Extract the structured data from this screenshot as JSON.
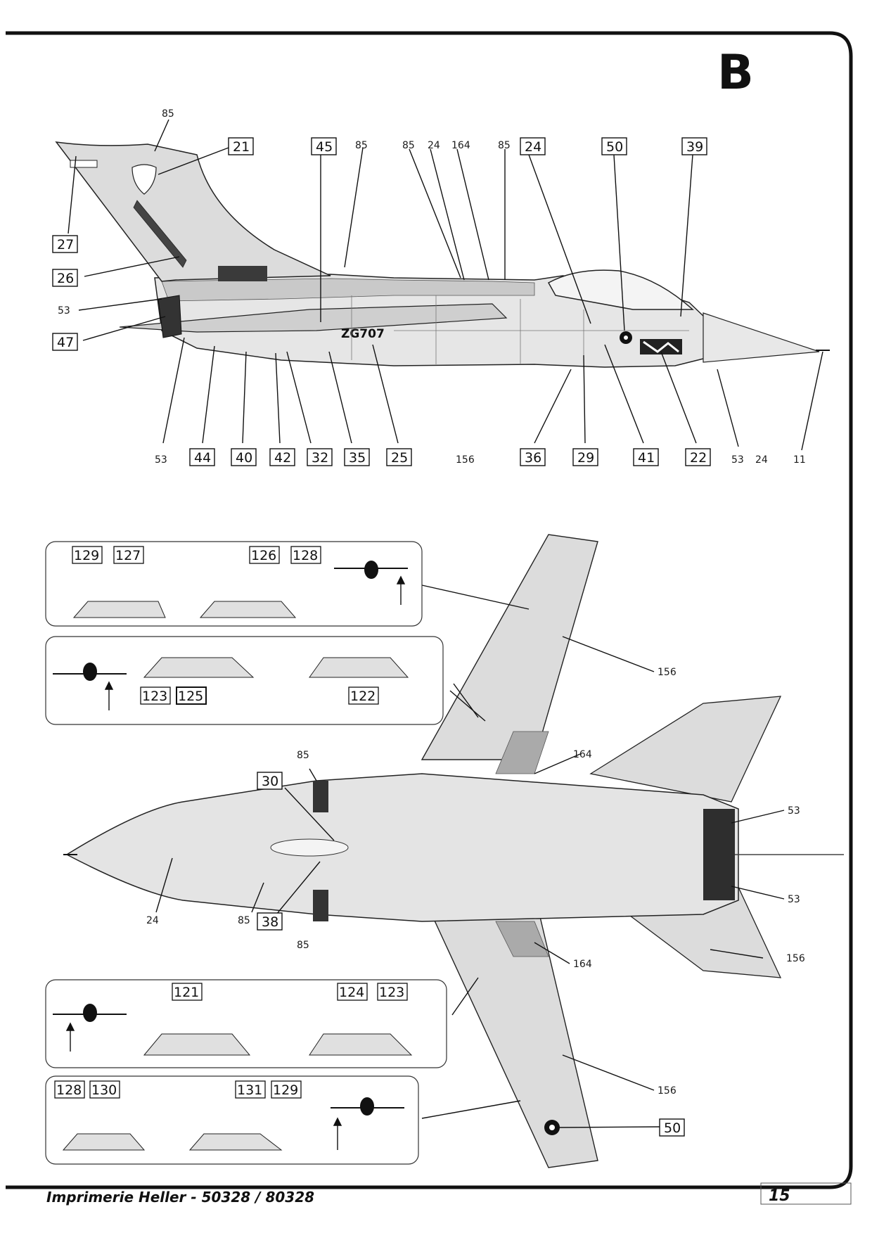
{
  "page": {
    "variant_letter": "B",
    "footer": "Imprimerie Heller - 50328 / 80328",
    "page_number": "15"
  },
  "side_view": {
    "serial": "ZG707",
    "top_callouts": [
      {
        "text": "85",
        "boxed": false
      },
      {
        "text": "21",
        "boxed": true
      },
      {
        "text": "45",
        "boxed": true
      },
      {
        "text": "85",
        "boxed": false
      },
      {
        "text": "85",
        "boxed": false
      },
      {
        "text": "24",
        "boxed": false
      },
      {
        "text": "164",
        "boxed": false
      },
      {
        "text": "85",
        "boxed": false
      },
      {
        "text": "24",
        "boxed": true
      },
      {
        "text": "50",
        "boxed": true
      },
      {
        "text": "39",
        "boxed": true
      }
    ],
    "left_callouts": [
      {
        "text": "27",
        "boxed": true
      },
      {
        "text": "26",
        "boxed": true
      },
      {
        "text": "53",
        "boxed": false
      },
      {
        "text": "47",
        "boxed": true
      }
    ],
    "bottom_callouts": [
      {
        "text": "53",
        "boxed": false
      },
      {
        "text": "44",
        "boxed": true
      },
      {
        "text": "40",
        "boxed": true
      },
      {
        "text": "42",
        "boxed": true
      },
      {
        "text": "32",
        "boxed": true
      },
      {
        "text": "35",
        "boxed": true
      },
      {
        "text": "25",
        "boxed": true
      },
      {
        "text": "156",
        "boxed": false
      },
      {
        "text": "36",
        "boxed": true
      },
      {
        "text": "29",
        "boxed": true
      },
      {
        "text": "41",
        "boxed": true
      },
      {
        "text": "22",
        "boxed": true
      },
      {
        "text": "53",
        "boxed": false
      },
      {
        "text": "24",
        "boxed": false
      },
      {
        "text": "11",
        "boxed": false
      }
    ]
  },
  "pylon_panels": [
    {
      "left_labels": [
        "129",
        "127"
      ],
      "right_labels": [
        "126",
        "128"
      ]
    },
    {
      "left_labels": [
        "123",
        "125"
      ],
      "right_labels": [
        "122"
      ]
    },
    {
      "left_labels": [
        "121"
      ],
      "right_labels": [
        "124",
        "123"
      ]
    },
    {
      "left_labels": [
        "128",
        "130"
      ],
      "right_labels": [
        "131",
        "129"
      ]
    }
  ],
  "plan_view": {
    "callouts": [
      {
        "text": "156",
        "boxed": false
      },
      {
        "text": "164",
        "boxed": false
      },
      {
        "text": "85",
        "boxed": false
      },
      {
        "text": "30",
        "boxed": true
      },
      {
        "text": "53",
        "boxed": false
      },
      {
        "text": "53",
        "boxed": false
      },
      {
        "text": "24",
        "boxed": false
      },
      {
        "text": "85",
        "boxed": false
      },
      {
        "text": "38",
        "boxed": true
      },
      {
        "text": "85",
        "boxed": false
      },
      {
        "text": "164",
        "boxed": false
      },
      {
        "text": "156",
        "boxed": false
      },
      {
        "text": "156",
        "boxed": false
      },
      {
        "text": "50",
        "boxed": true
      }
    ]
  }
}
